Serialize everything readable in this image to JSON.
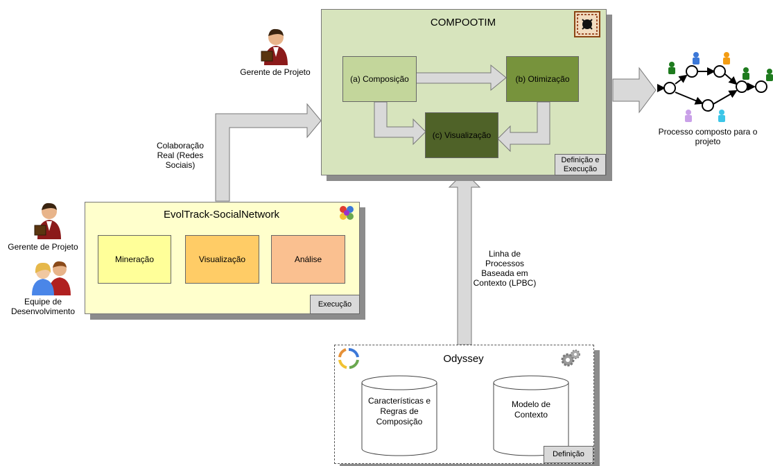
{
  "compootim": {
    "title": "COMPOOTIM",
    "composicao": "(a) Composição",
    "otimizacao": "(b) Otimização",
    "visualizacao": "(c) Visualização",
    "tag": "Definição e Execução"
  },
  "evoltrack": {
    "title": "EvolTrack-SocialNetwork",
    "mineracao": "Mineração",
    "visualizacao": "Visualização",
    "analise": "Análise",
    "tag": "Execução"
  },
  "odyssey": {
    "title": "Odyssey",
    "db1": "Características e Regras de Composição",
    "db2": "Modelo de Contexto",
    "tag": "Definição"
  },
  "labels": {
    "gerente_top": "Gerente de Projeto",
    "gerente_left": "Gerente de Projeto",
    "equipe": "Equipe de Desenvolvimento",
    "colaboracao": "Colaboração Real (Redes Sociais)",
    "linha": "Linha de Processos Baseada em Contexto (LPBC)",
    "processo": "Processo composto para o projeto"
  },
  "colors": {
    "compootim_bg": "#d7e4bd",
    "composicao_bg": "#c3d69b",
    "otimizacao_bg": "#77933c",
    "visualizacao_c_bg": "#4f6228",
    "evoltrack_bg": "#ffffcc",
    "mineracao_bg": "#ffff99",
    "visualizacao_bg": "#ffcc66",
    "analise_bg": "#fac090",
    "arrow": "#d9d9d9"
  }
}
